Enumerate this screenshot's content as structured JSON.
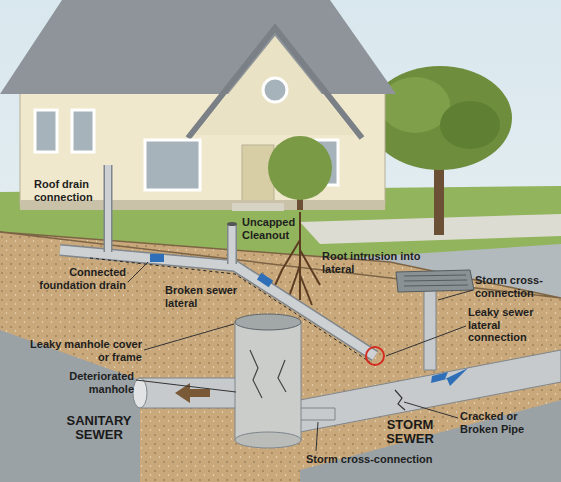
{
  "diagram": {
    "labels": [
      "Roof drain connection",
      "Uncapped Cleanout",
      "Root intrusion into lateral",
      "Connected foundation drain",
      "Broken sewer lateral",
      "Storm cross-connection",
      "Leaky manhole cover or frame",
      "Deteriorated manhole",
      "Leaky sewer lateral connection",
      "SANITARY SEWER",
      "STORM SEWER",
      "Cracked or Broken Pipe",
      "Storm cross-connection"
    ]
  }
}
